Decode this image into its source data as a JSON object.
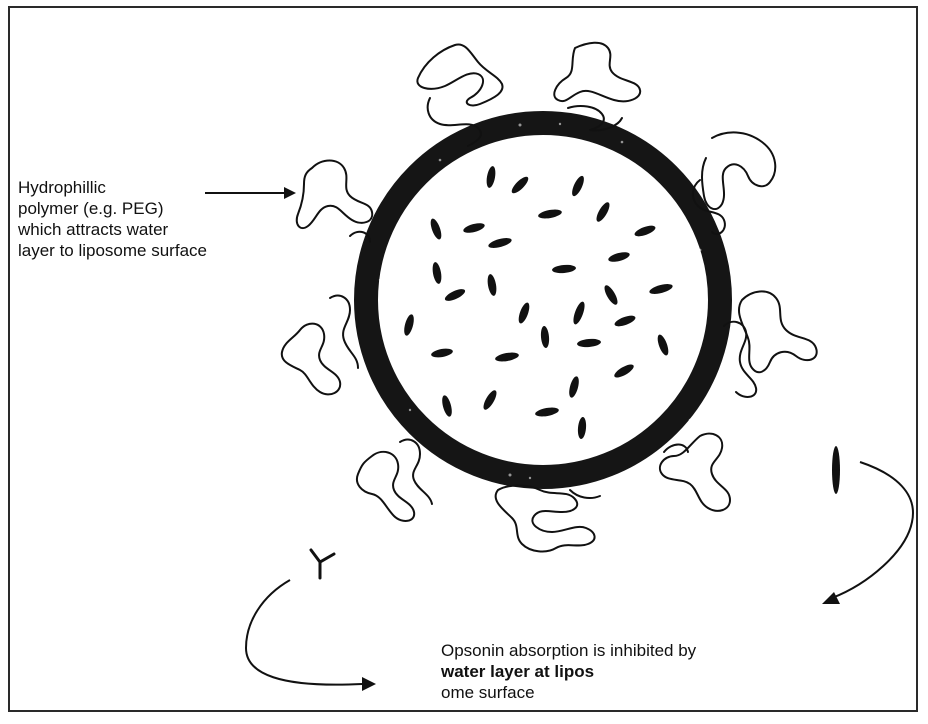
{
  "labels": {
    "polymer": [
      "Hydrophillic",
      "polymer (e.g. PEG)",
      "which attracts water",
      "layer to liposome surface"
    ],
    "opsonin": {
      "line1": "Opsonin absorption is inhibited by",
      "line2_bold": "water layer at lipos",
      "line2_rest": "ome surface"
    }
  },
  "colors": {
    "ink": "#111111",
    "membrane": "#151515",
    "background": "#ffffff"
  },
  "icons": {
    "opsonin": "y-shaped-antibody-icon",
    "arrows": "curved-arrow-icon"
  }
}
